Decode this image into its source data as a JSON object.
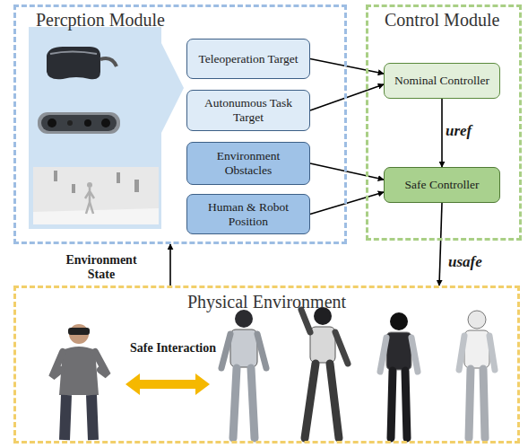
{
  "diagram": {
    "nodes": [
      {
        "text": [
          "Percption Module"
        ]
      },
      {
        "text": [
          "Teleoperation Target"
        ],
        "in": 0
      },
      {
        "text": [
          "Autonumous Task Target"
        ],
        "in": 0
      },
      {
        "text": [
          "Environment Obstacles"
        ],
        "in": 0
      },
      {
        "text": [
          "Human & Robot Position"
        ],
        "in": 0
      },
      {
        "text": [
          "Control Module"
        ]
      },
      {
        "text": [
          "Nominal Controller"
        ],
        "in": 5
      },
      {
        "text": [
          "Safe Controller"
        ],
        "in": 5
      },
      {
        "text": [
          "Physical Environment"
        ]
      }
    ],
    "edges": [
      {
        "from": 1,
        "to": 6,
        "arrow": "to"
      },
      {
        "from": 2,
        "to": 6,
        "arrow": "to"
      },
      {
        "from": 3,
        "to": 7,
        "arrow": "to"
      },
      {
        "from": 4,
        "to": 7,
        "arrow": "to"
      },
      {
        "from": 6,
        "to": 7,
        "label": "uref",
        "arrow": "to"
      },
      {
        "from": 7,
        "to": 8,
        "label": "usafe",
        "arrow": "to"
      },
      {
        "from": 8,
        "to": 0,
        "label": "Environment State",
        "arrow": "to"
      }
    ],
    "labels": [
      "Safe Interaction"
    ]
  }
}
